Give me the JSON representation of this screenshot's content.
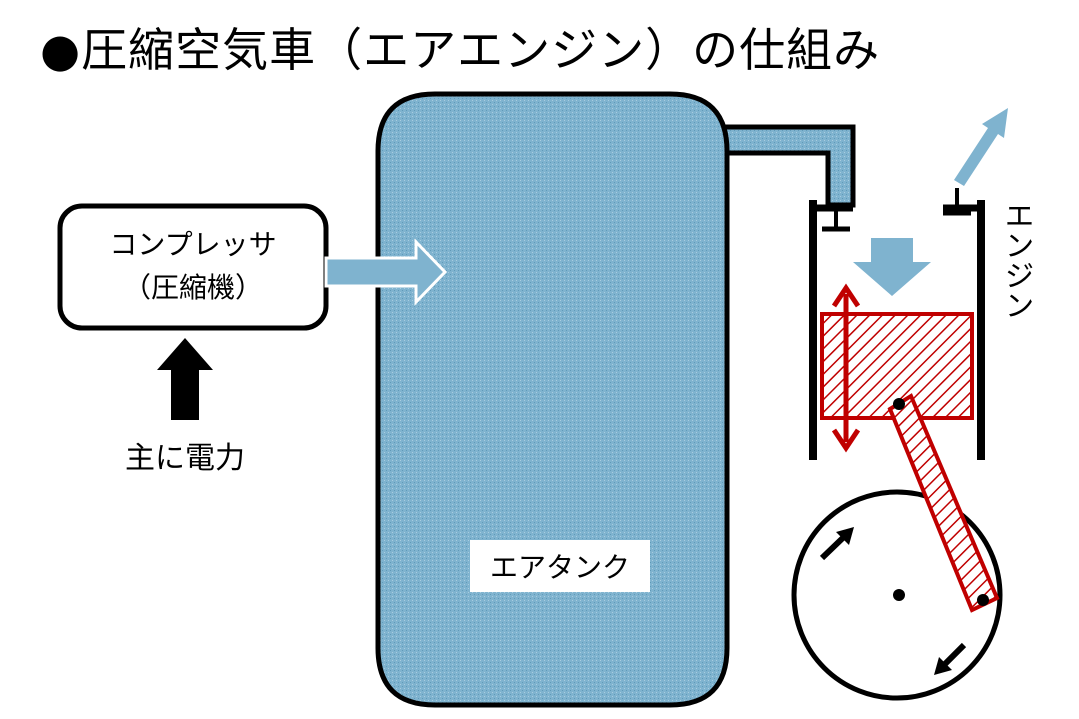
{
  "title": "●圧縮空気車（エアエンジン）の仕組み",
  "compressor": {
    "line1": "コンプレッサ",
    "line2": "（圧縮機）"
  },
  "power_label": "主に電力",
  "tank_label": "エアタンク",
  "engine_label": "エンジン",
  "colors": {
    "air": "#7fb3cf",
    "piston": "#c00000",
    "outline": "#000000",
    "background": "#ffffff"
  }
}
